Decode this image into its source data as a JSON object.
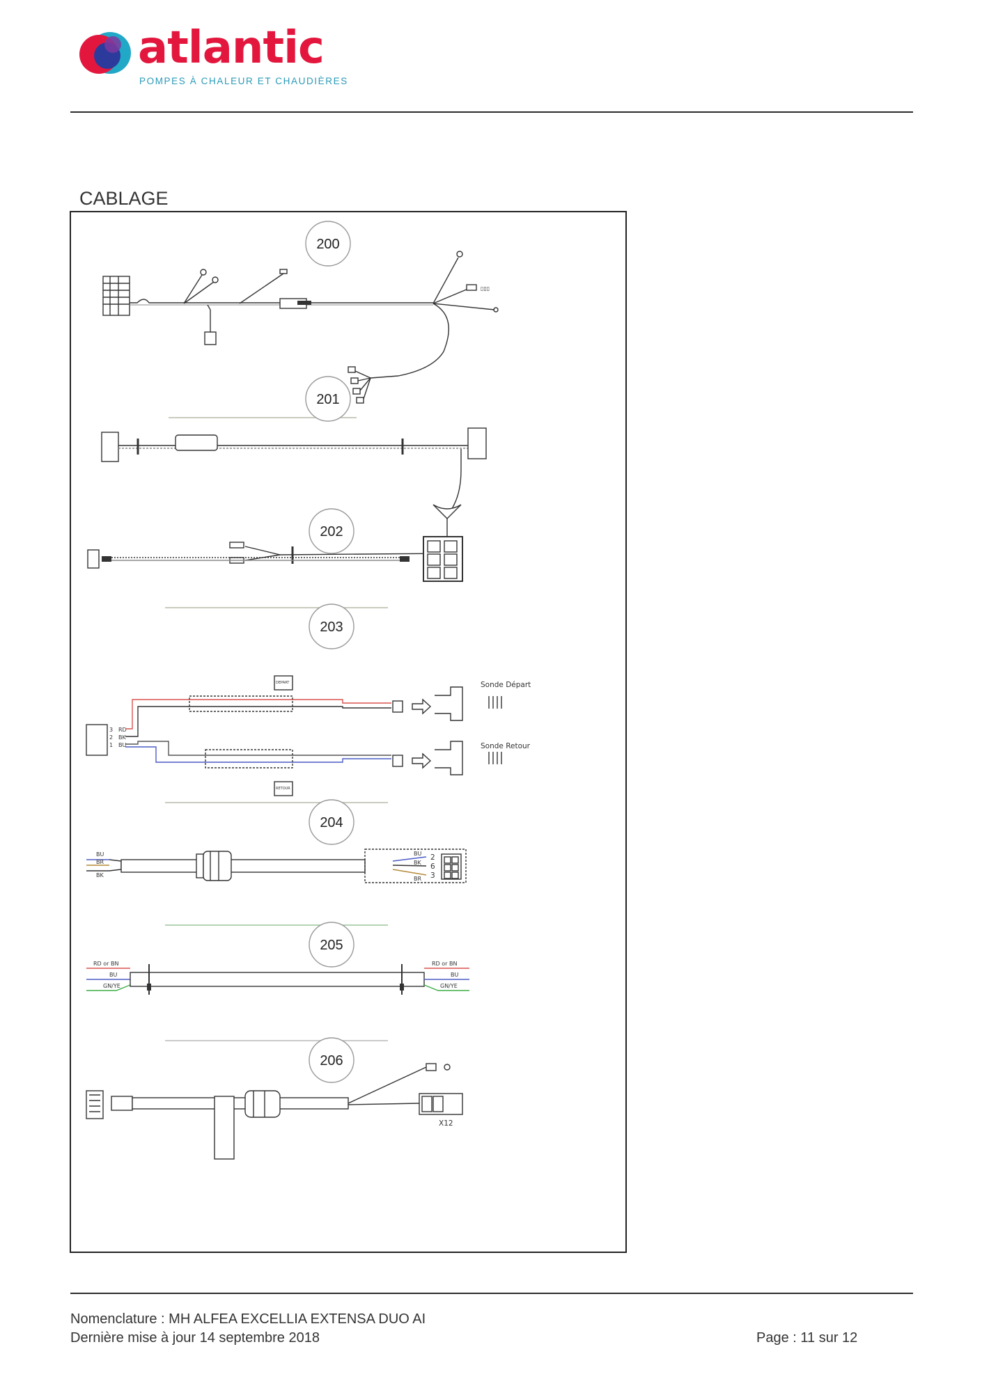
{
  "header": {
    "brand_name": "atlantic",
    "brand_tagline": "POMPES À CHALEUR ET CHAUDIÈRES",
    "colors": {
      "brand_red": "#e3173e",
      "tagline_blue": "#2a9ab8",
      "logo_blue": "#2c3a9c",
      "logo_teal": "#21a8c6"
    }
  },
  "section": {
    "title": "CABLAGE"
  },
  "diagram": {
    "items": [
      {
        "number": "200"
      },
      {
        "number": "201"
      },
      {
        "number": "202"
      },
      {
        "number": "203",
        "labels": {
          "sonde_depart": "Sonde Départ",
          "sonde_retour": "Sonde Retour",
          "tag_depart": "DEPART",
          "tag_retour": "RETOUR",
          "wires": [
            "RD",
            "BK",
            "BU"
          ],
          "pins": [
            "3",
            "2",
            "1"
          ]
        }
      },
      {
        "number": "204",
        "labels": {
          "wires_left": [
            "BU",
            "BR",
            "BK"
          ],
          "wires_right": [
            "BU",
            "BK",
            "BR"
          ],
          "pins": [
            "2",
            "6",
            "3"
          ]
        }
      },
      {
        "number": "205",
        "labels": {
          "wires_left": [
            "RD or BN",
            "BU",
            "GN/YE"
          ],
          "wires_right": [
            "RD or BN",
            "BU",
            "GN/YE"
          ]
        }
      },
      {
        "number": "206",
        "labels": {
          "connector": "X12"
        }
      }
    ]
  },
  "footer": {
    "doc_title": "Nomenclature : MH ALFEA EXCELLIA EXTENSA DUO AI",
    "last_update": "Dernière mise à jour 14 septembre 2018",
    "page": "Page : 11 sur 12"
  }
}
